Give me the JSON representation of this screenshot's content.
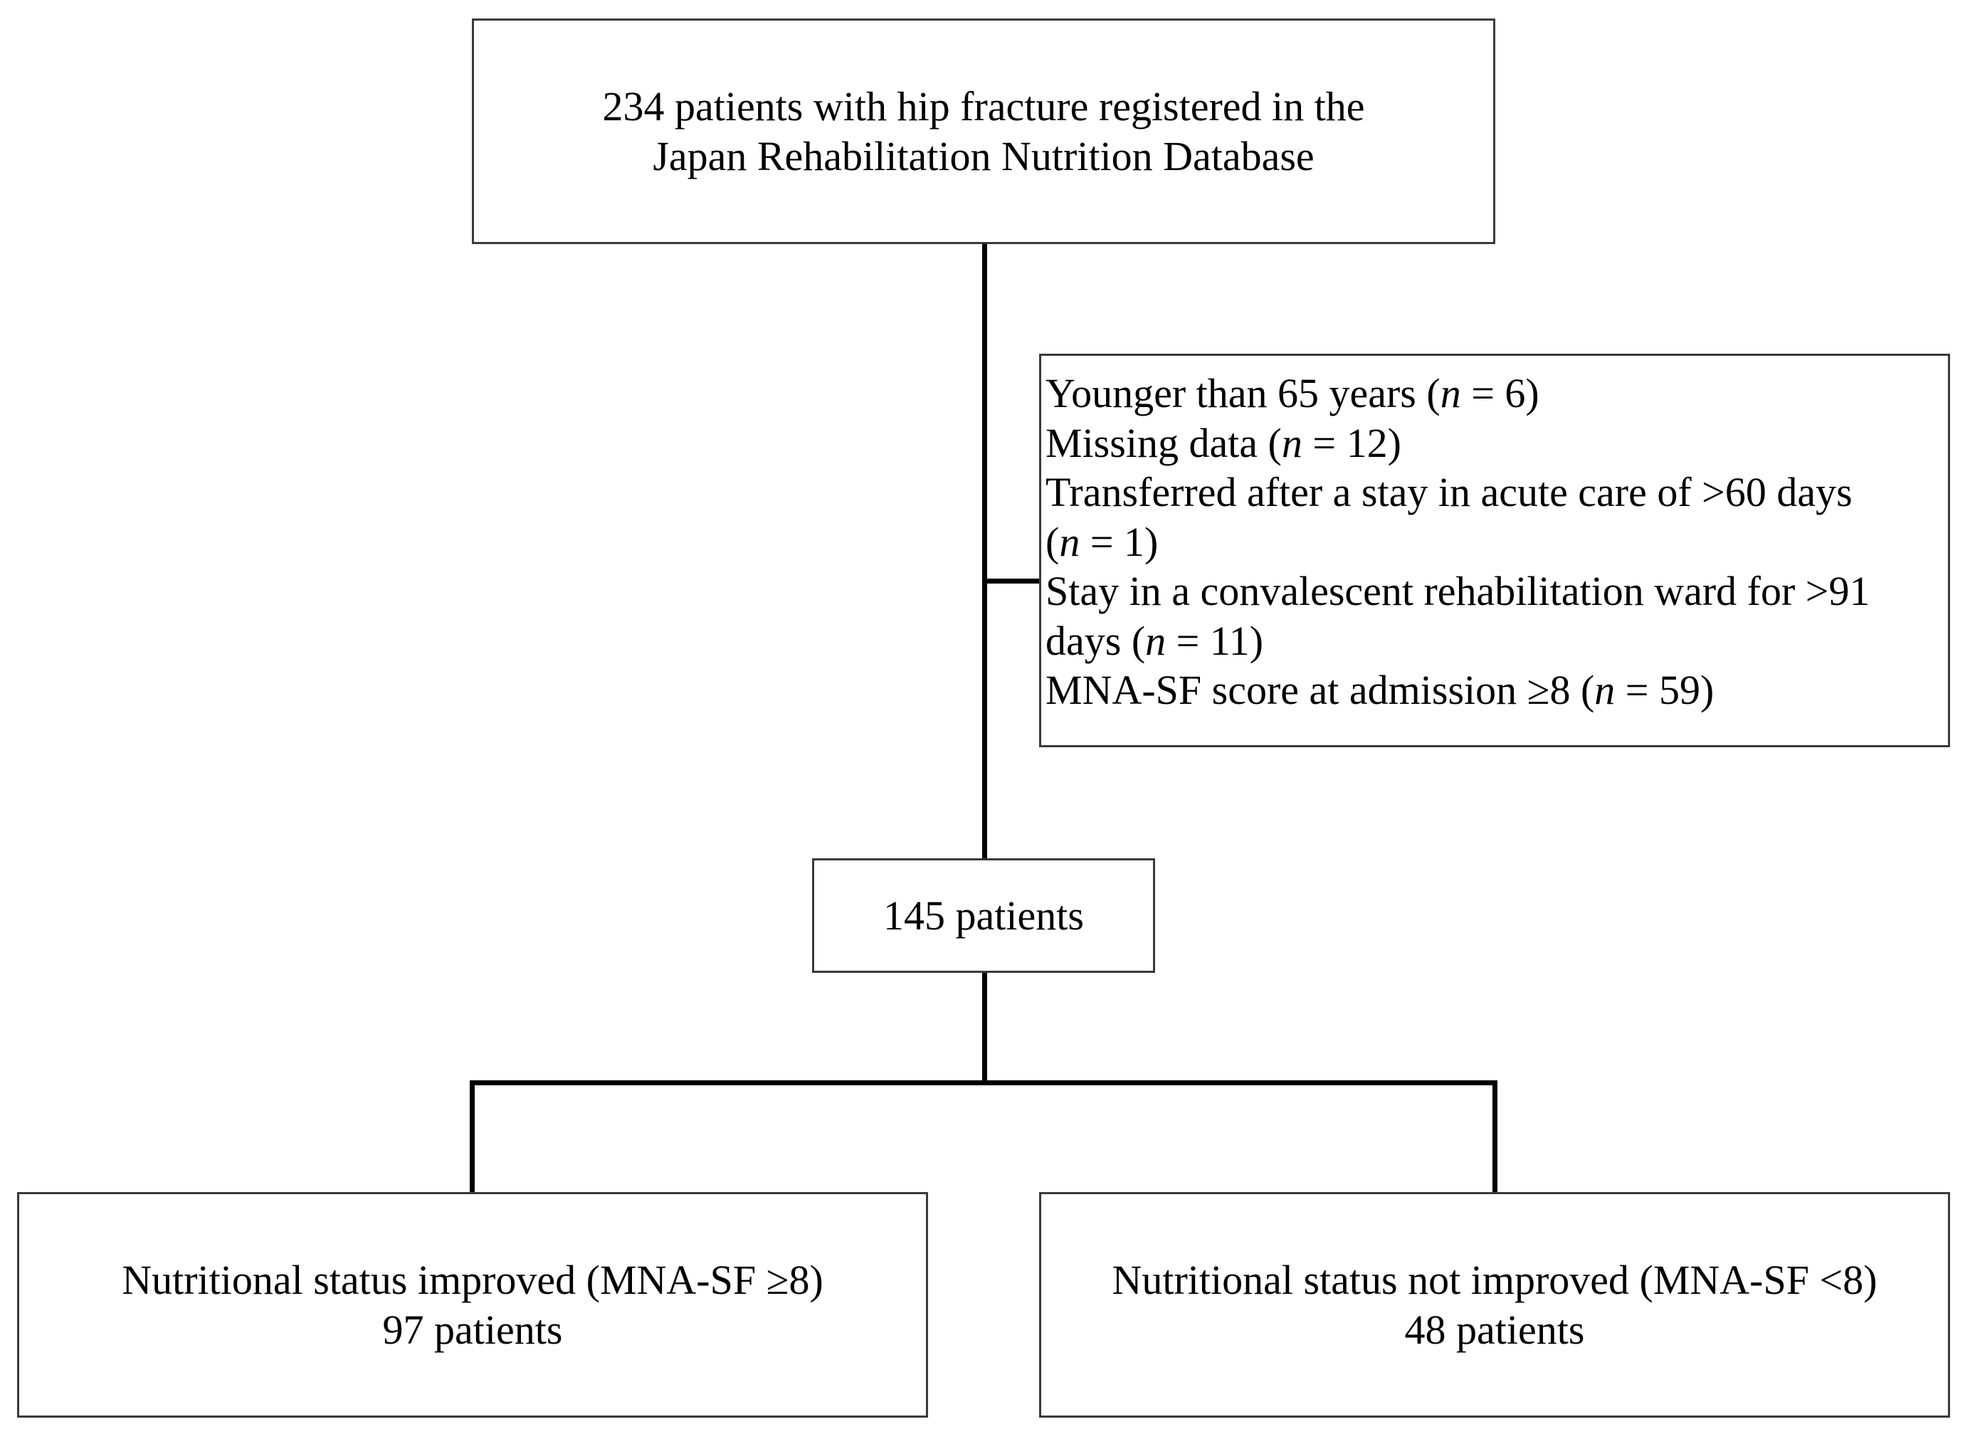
{
  "flowchart": {
    "top_box": {
      "line1": "234 patients with hip fracture registered in the",
      "line2": "Japan Rehabilitation Nutrition Database"
    },
    "exclusion_box": {
      "line1": {
        "pre": "Younger than 65 years (",
        "n": "n",
        "post": " = 6)"
      },
      "line2": {
        "pre": "Missing data (",
        "n": "n",
        "post": " = 12)"
      },
      "line3": {
        "text": "Transferred after a stay in acute care of >60 days"
      },
      "line4": {
        "pre": "(",
        "n": "n",
        "post": " = 1)"
      },
      "line5": {
        "text": "Stay in a convalescent rehabilitation ward for >91"
      },
      "line6": {
        "pre": "days (",
        "n": "n",
        "post": " = 11)"
      },
      "line7": {
        "pre": "MNA-SF score at admission ≥8 (",
        "n": "n",
        "post": " = 59)"
      }
    },
    "middle_box": {
      "label": "145 patients"
    },
    "left_box": {
      "line1": "Nutritional status improved (MNA-SF ≥8)",
      "line2": "97 patients"
    },
    "right_box": {
      "line1": "Nutritional status not improved (MNA-SF <8)",
      "line2": "48 patients"
    }
  }
}
